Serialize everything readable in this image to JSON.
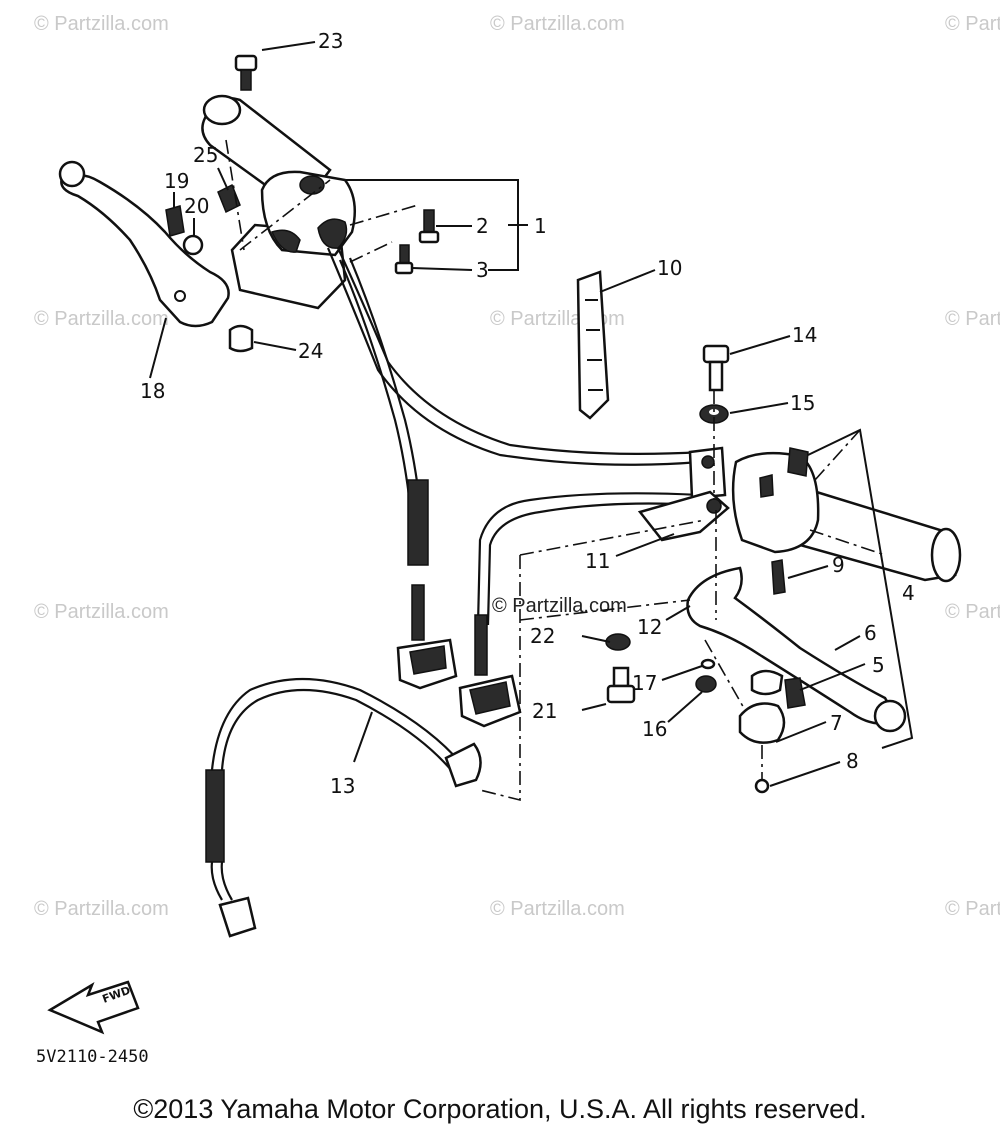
{
  "watermark": "© Partzilla.com",
  "watermark_center": "© Partzilla.com",
  "diagram_code": "5V2110-2450",
  "forward_label": "FWD",
  "copyright": "©2013 Yamaha Motor Corporation, U.S.A. All rights reserved.",
  "callouts": {
    "c1": "1",
    "c2": "2",
    "c3": "3",
    "c4": "4",
    "c5": "5",
    "c6": "6",
    "c7": "7",
    "c8": "8",
    "c9": "9",
    "c10": "10",
    "c11": "11",
    "c12": "12",
    "c13": "13",
    "c14": "14",
    "c15": "15",
    "c16": "16",
    "c17": "17",
    "c18": "18",
    "c19": "19",
    "c20": "20",
    "c21": "21",
    "c22": "22",
    "c23": "23",
    "c24": "24",
    "c25": "25"
  },
  "colors": {
    "line": "#111111",
    "watermark": "#c9c9c9",
    "background": "#ffffff"
  }
}
